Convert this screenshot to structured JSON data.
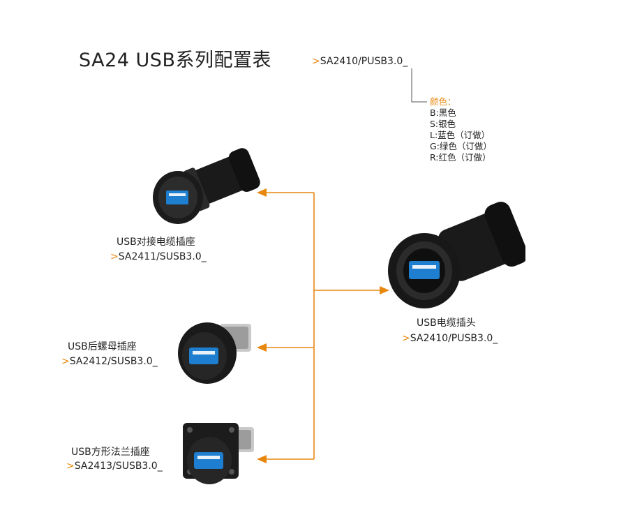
{
  "title": "SA24 USB系列配置表",
  "part_number": {
    "prefix": ">",
    "code": "SA2410/PUSB3.0_"
  },
  "color_options": {
    "heading": "颜色：",
    "items": [
      "B:黑色",
      "S:银色",
      "L:蓝色（订做）",
      "G:绿色（订做）",
      "R:红色（订做）"
    ]
  },
  "products": [
    {
      "name": "USB对接电缆插座",
      "prefix": ">",
      "code": "SA2411/SUSB3.0_"
    },
    {
      "name": "USB电缆插头",
      "prefix": ">",
      "code": "SA2410/PUSB3.0_"
    },
    {
      "name": "USB后螺母插座",
      "prefix": ">",
      "code": "SA2412/SUSB3.0_"
    },
    {
      "name": "USB方形法兰插座",
      "prefix": ">",
      "code": "SA2413/SUSB3.0_"
    }
  ],
  "colors": {
    "accent": "#e8870e",
    "connector_body": "#1a1a1a",
    "usb_blue": "#1e7fd0"
  }
}
